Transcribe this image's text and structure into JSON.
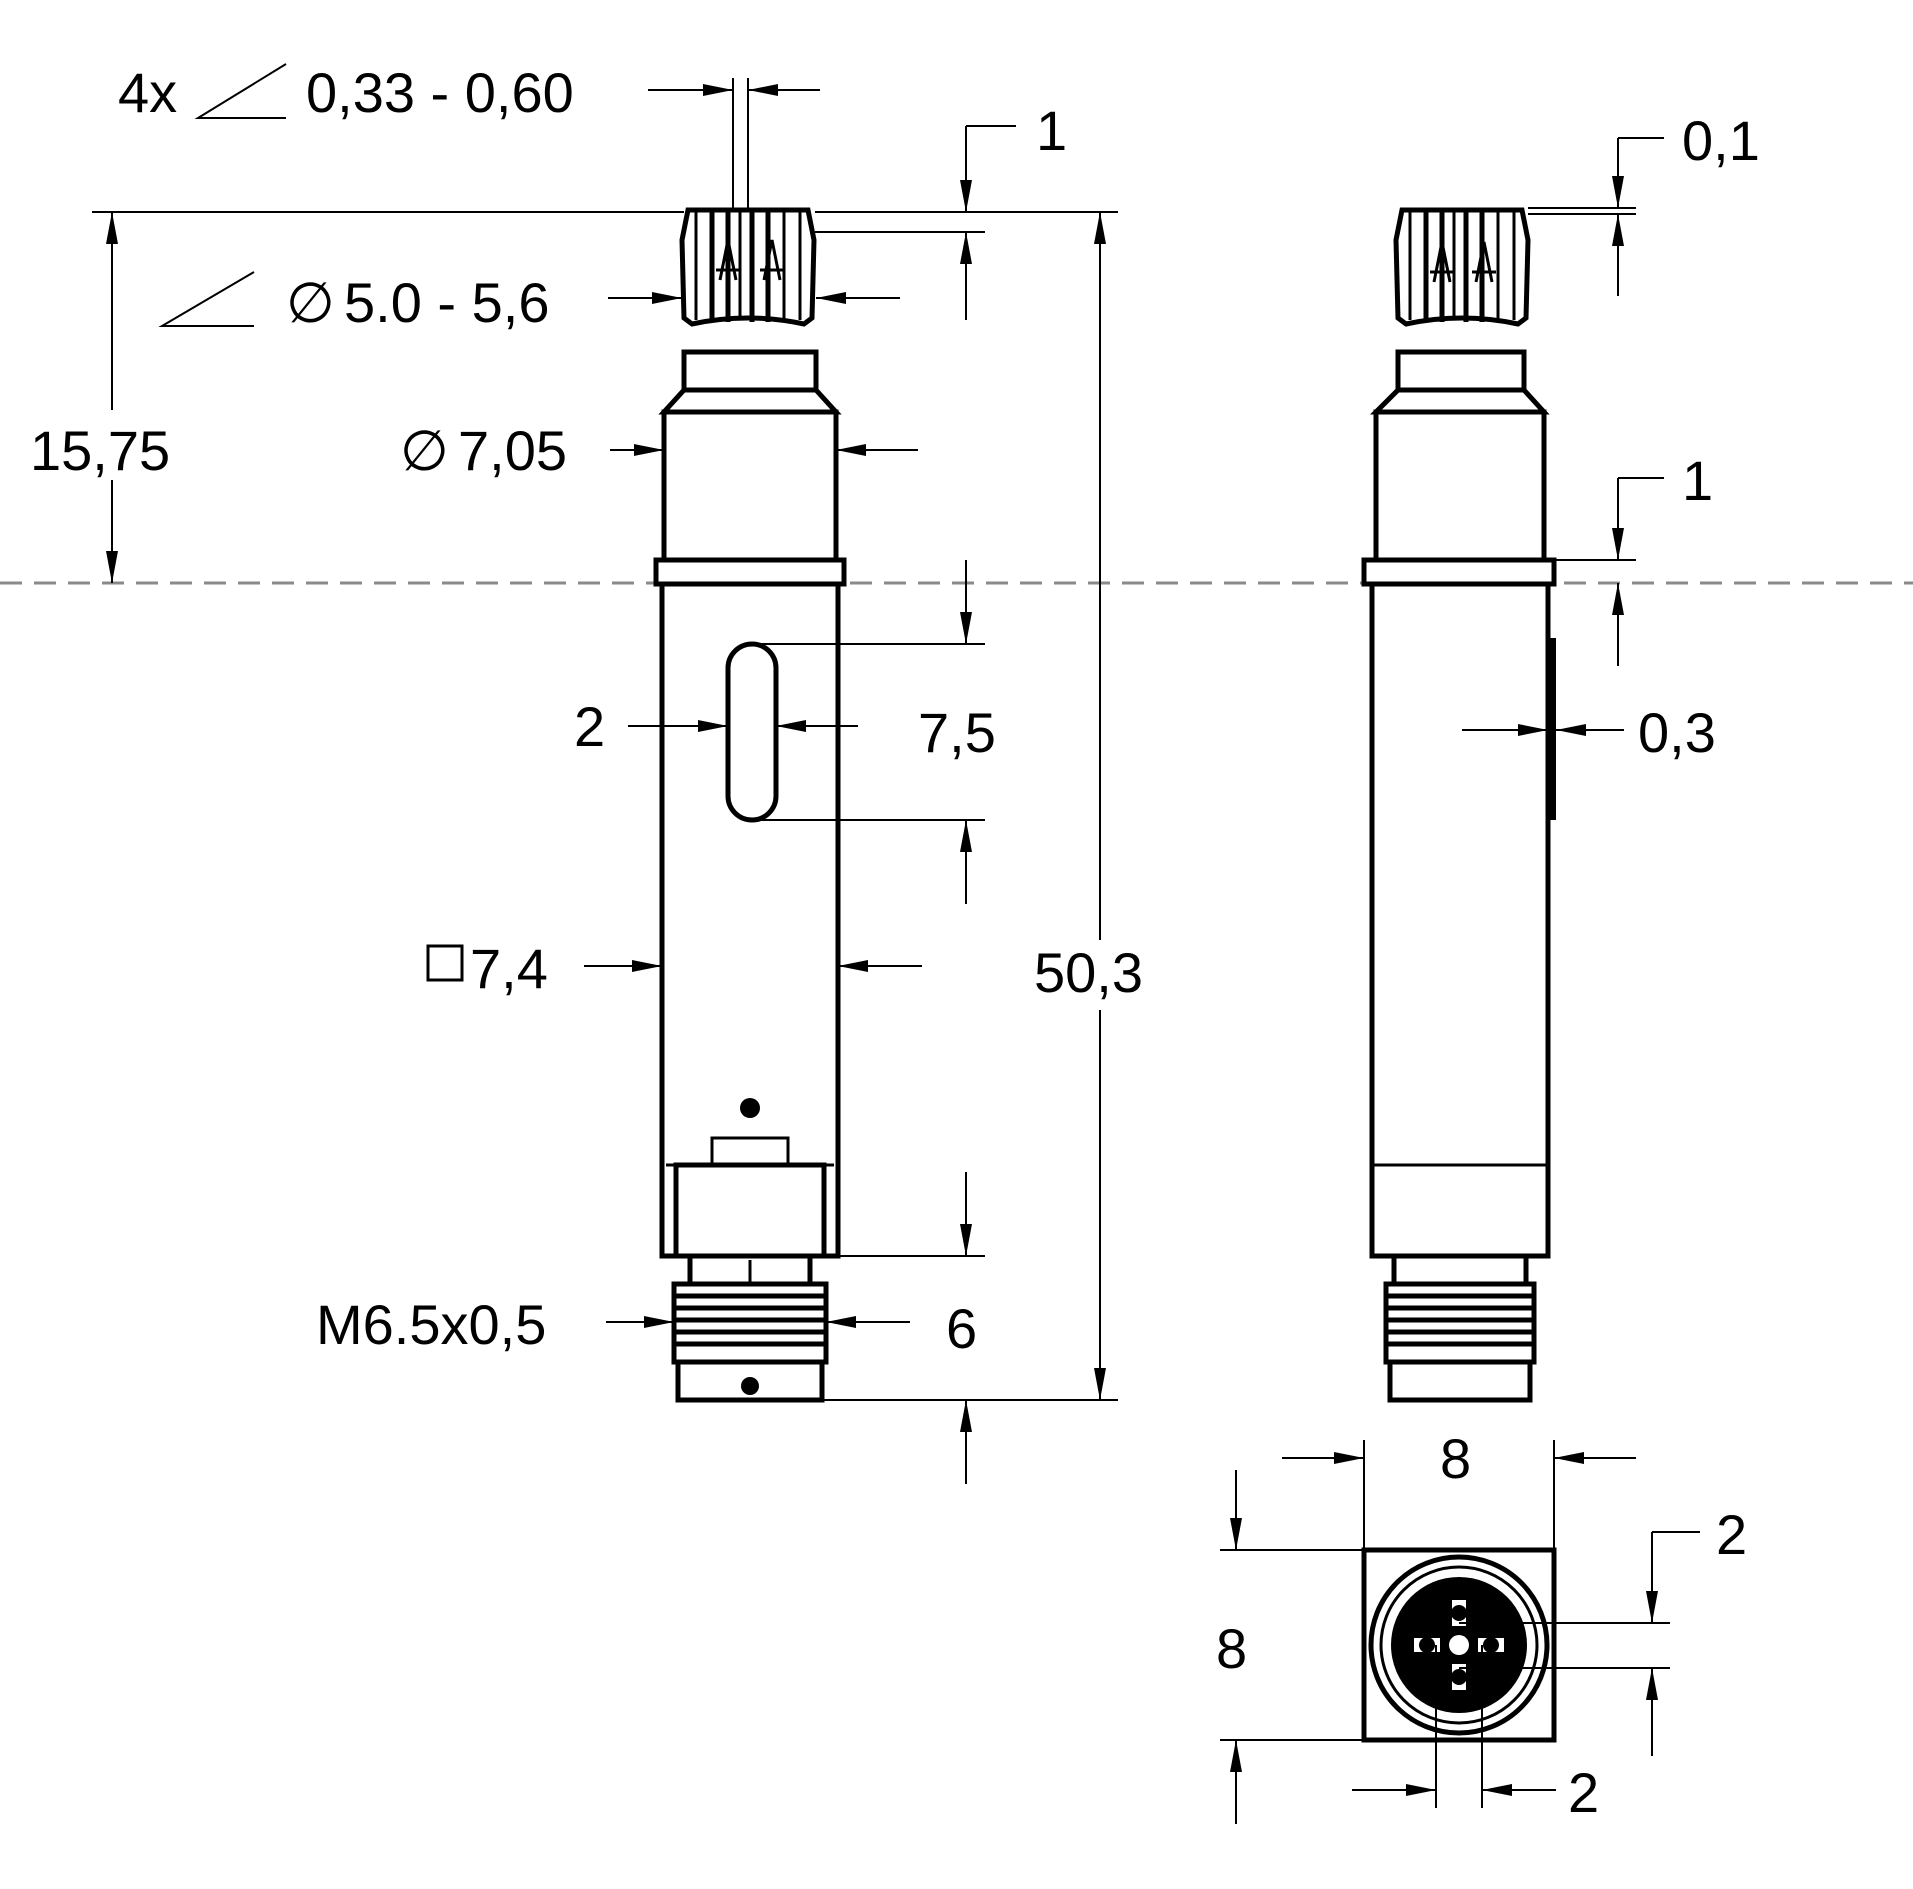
{
  "drawing": {
    "front_view": {
      "pin_angle_count": "4x",
      "pin_width": "0,33 - 0,60",
      "top_offset": "1",
      "pin_circle_dia_symbol": "∅",
      "pin_circle_dia": "5.0 - 5,6",
      "head_dia_symbol": "∅",
      "head_dia": "7,05",
      "head_height": "15,75",
      "slot_width": "2",
      "slot_length": "7,5",
      "body_square_symbol": "□",
      "body_square": "7,4",
      "total_length": "50,3",
      "thread": "M6.5x0,5",
      "thread_length": "6"
    },
    "side_view": {
      "top_offset": "0,1",
      "collar_height": "1",
      "label_thickness": "0,3"
    },
    "end_view": {
      "width": "8",
      "height": "8",
      "pin_spacing_v": "2",
      "pin_spacing_h": "2"
    }
  }
}
